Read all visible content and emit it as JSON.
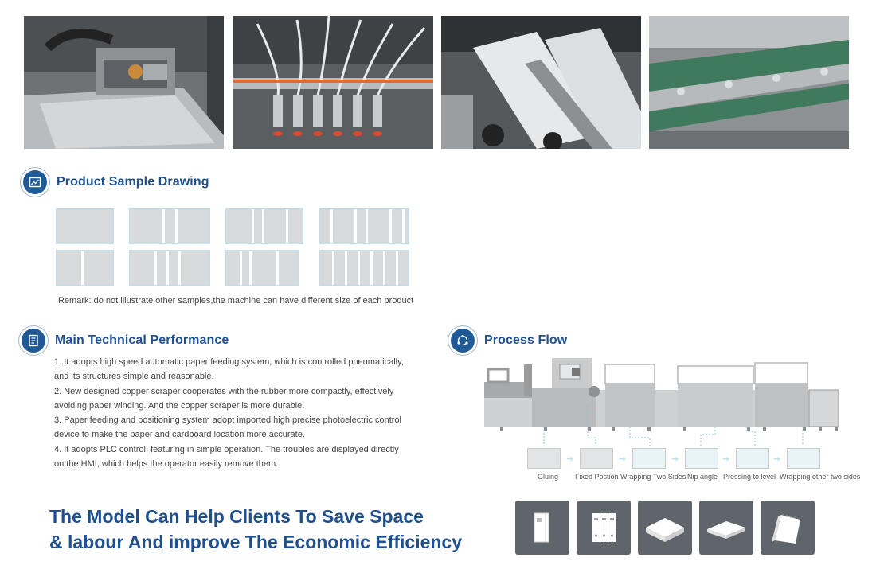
{
  "photos": [
    {
      "icon": "machine-feeder-photo"
    },
    {
      "icon": "pneumatic-suction-photo"
    },
    {
      "icon": "rubber-roller-photo"
    },
    {
      "icon": "conveyor-belt-photo"
    }
  ],
  "sample_section": {
    "title": "Product Sample Drawing",
    "icon": "drawing-icon",
    "remark": "Remark: do not illustrate other samples,the machine can have different size of each product"
  },
  "performance_section": {
    "title": "Main Technical Performance",
    "icon": "document-icon",
    "lines": [
      "1. It adopts high speed automatic paper feeding system, which is controlled pneumatically,",
      "and its structures simple and reasonable.",
      "2. New designed copper scraper cooperates with the rubber more compactly, effectively",
      "avoiding paper winding. And the copper scraper is more durable.",
      "3. Paper feeding and positioning system adopt imported high precise photoelectric control",
      "device to make the paper and cardboard location more accurate.",
      "4. It adopts PLC control, featuring in simple operation. The troubles are displayed directly",
      "on the HMI, which helps the operator easily remove them."
    ]
  },
  "process_section": {
    "title": "Process Flow",
    "icon": "cycle-icon",
    "steps": [
      "Gluing",
      "Fixed Postion",
      "Wrapping Two Sides",
      "Nip angle",
      "Pressing to level",
      "Wrapping other two sides"
    ]
  },
  "slogan": {
    "line1": "The Model Can Help Clients To Save Space",
    "line2": "& labour And improve The Economic Efficiency"
  },
  "products": [
    {
      "icon": "ring-binder-icon"
    },
    {
      "icon": "lever-arch-files-icon"
    },
    {
      "icon": "hardcover-box-icon"
    },
    {
      "icon": "hardcover-book-icon"
    },
    {
      "icon": "desk-calendar-icon"
    }
  ],
  "colors": {
    "heading": "#1e4f91",
    "icon_circle": "#1f5a96",
    "tile": "#5f656a"
  }
}
